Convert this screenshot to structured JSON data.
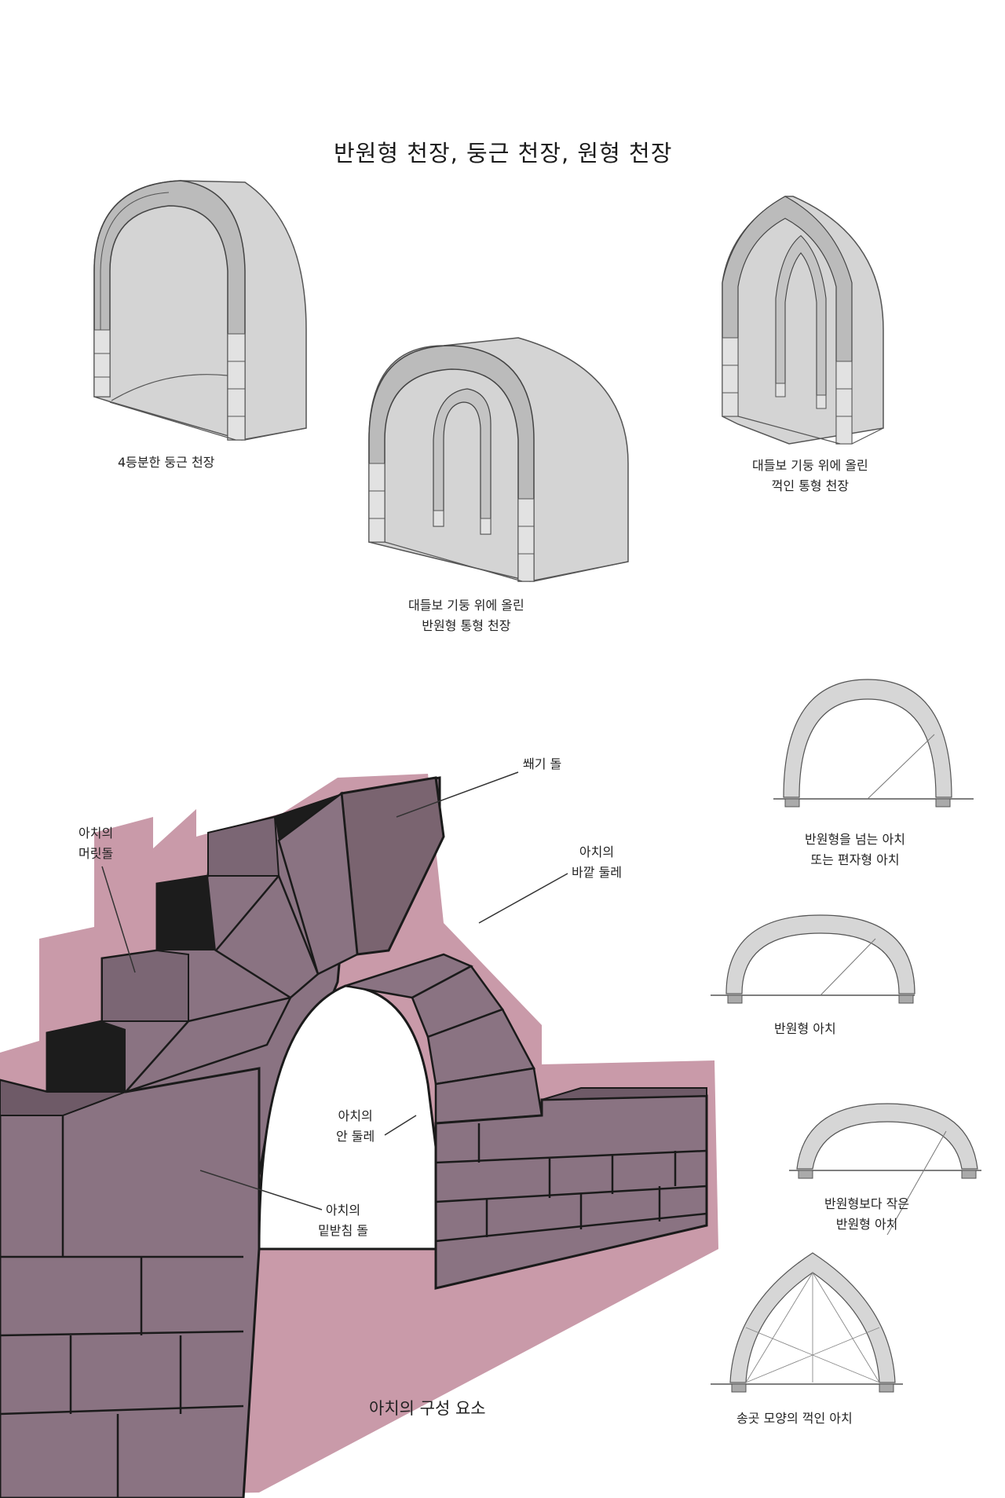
{
  "title": "반원형 천장, 둥근 천장, 원형 천장",
  "vaults": {
    "quadripartite": "4등분한 둥근 천장",
    "semicircular_barrel": [
      "대들보 기둥 위에 올린",
      "반원형 통형 천장"
    ],
    "pointed_barrel": [
      "대들보 기둥 위에 올린",
      "꺽인 통형 천장"
    ]
  },
  "arch_parts": {
    "keystone": "쐐기 돌",
    "springer": [
      "아치의",
      "머릿돌"
    ],
    "extrados": [
      "아치의",
      "바깥 둘레"
    ],
    "intrados": [
      "아치의",
      "안 둘레"
    ],
    "impost": [
      "아치의",
      "밑받침 돌"
    ],
    "caption": "아치의 구성 요소"
  },
  "arch_types": {
    "horseshoe": [
      "반원형을 넘는 아치",
      "또는 편자형 아치"
    ],
    "semicircular": "반원형 아치",
    "segmental": [
      "반원형보다 작은",
      "반원형 아치"
    ],
    "pointed": "송곳 모양의 꺽인 아치"
  },
  "colors": {
    "vault_stone": "#d2d2d2",
    "arch_plum": "#8a7382",
    "arch_plum_dark": "#6e5a67",
    "arch_shadow_pink": "#c99aa9",
    "stone_black": "#1c1c1c"
  }
}
